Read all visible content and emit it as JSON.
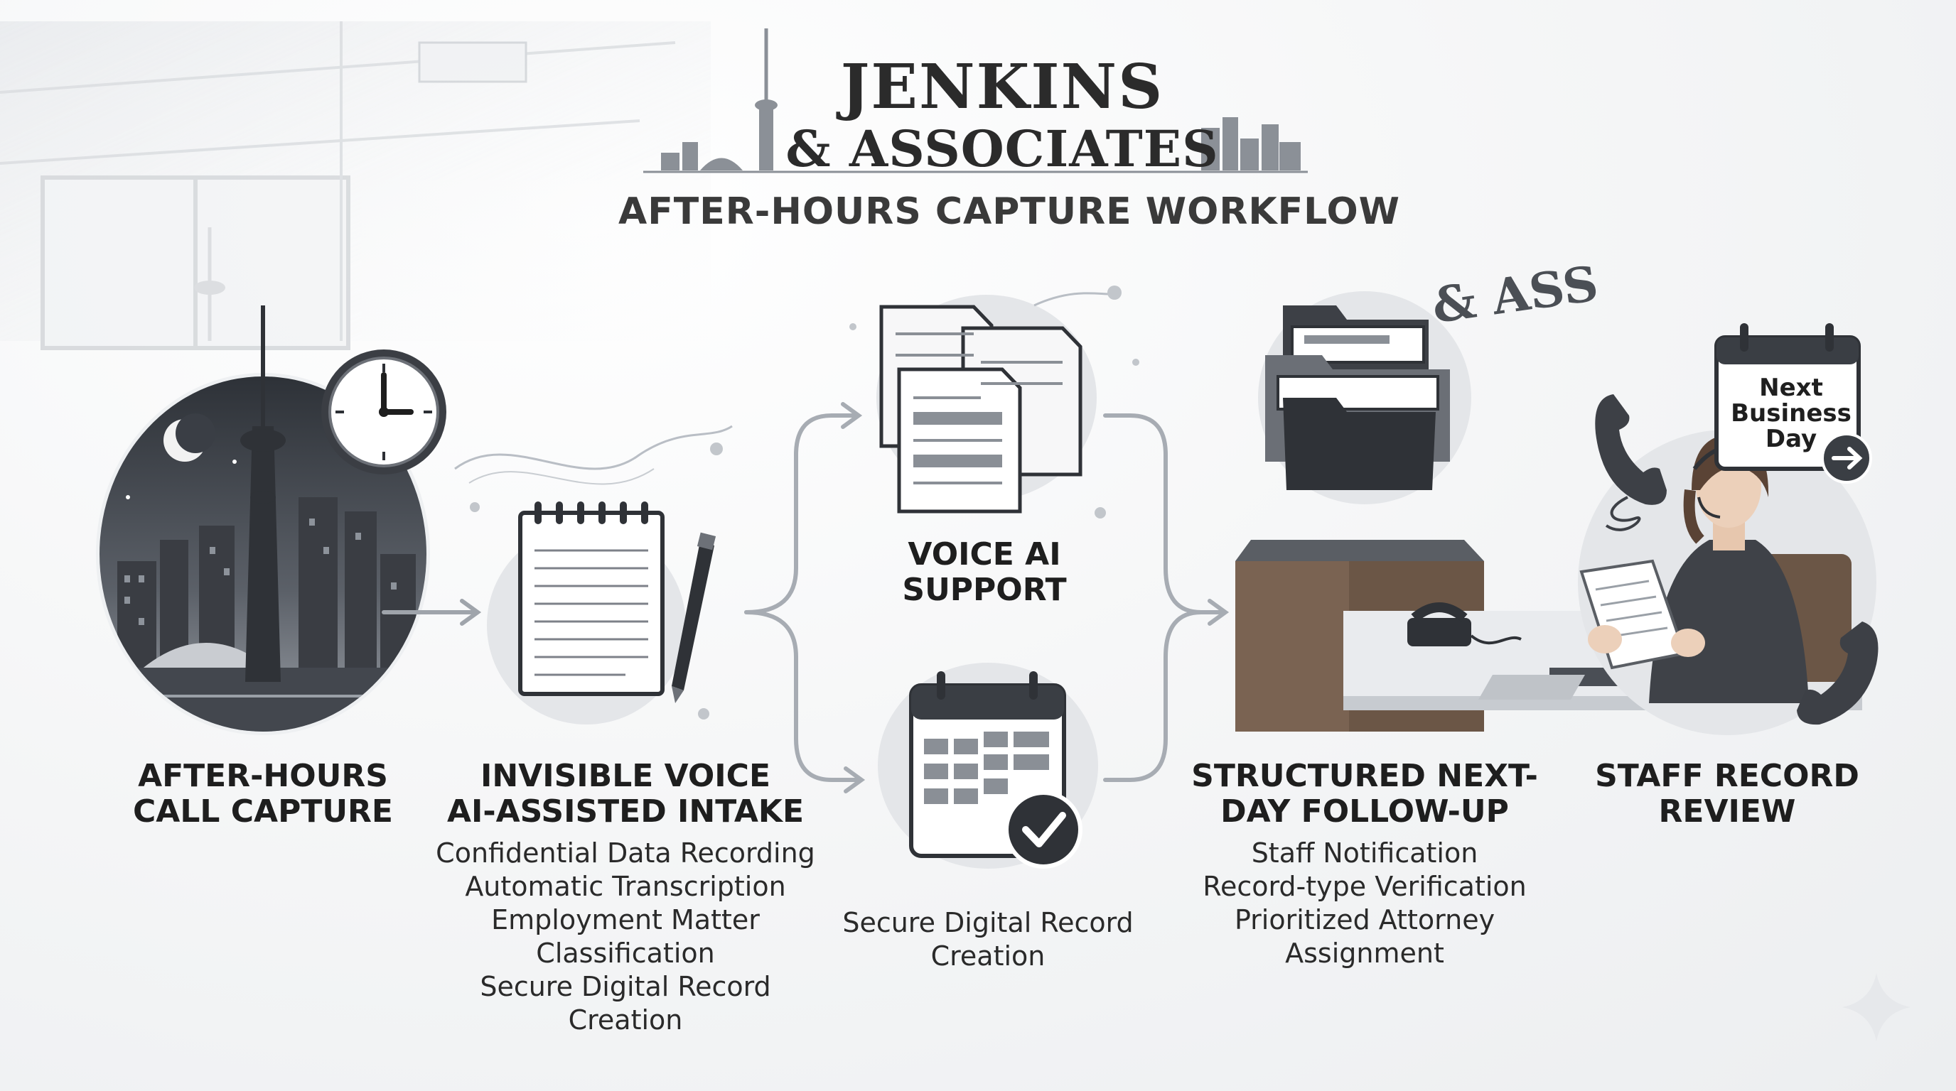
{
  "header": {
    "brand_line1": "JENKINS",
    "brand_line2": "& ASSOCIATES",
    "subtitle": "AFTER-HOURS CAPTURE WORKFLOW",
    "stray_text": "& ASS"
  },
  "steps": [
    {
      "title_lines": [
        "AFTER-HOURS",
        "CALL CAPTURE"
      ],
      "details": []
    },
    {
      "title_lines": [
        "INVISIBLE VOICE",
        "AI-ASSISTED INTAKE"
      ],
      "details": [
        "Confidential Data Recording",
        "Automatic Transcription",
        "Employment Matter",
        "Classification",
        "Secure Digital Record",
        "Creation"
      ]
    },
    {
      "title_lines": [
        "VOICE AI",
        "SUPPORT"
      ],
      "details": []
    },
    {
      "title_lines": [],
      "details": [
        "Secure Digital Record",
        "Creation"
      ]
    },
    {
      "title_lines": [
        "STRUCTURED NEXT-",
        "DAY FOLLOW-UP"
      ],
      "details": [
        "Staff Notification",
        "Record-type Verification",
        "Prioritized Attorney",
        "Assignment"
      ]
    },
    {
      "title_lines": [
        "STAFF RECORD",
        "REVIEW"
      ],
      "details": []
    }
  ],
  "calendar_sign": {
    "line1": "Next",
    "line2": "Business",
    "line3": "Day"
  },
  "icons": [
    "clock-icon",
    "notepad-icon",
    "pen-icon",
    "documents-icon",
    "calendar-check-icon",
    "file-folders-icon",
    "telephone-icon",
    "calendar-arrow-icon"
  ],
  "colors": {
    "ink": "#1e1e1e",
    "gray": "#6b6f75",
    "light": "#e3e5e8",
    "dark": "#2d3035"
  }
}
